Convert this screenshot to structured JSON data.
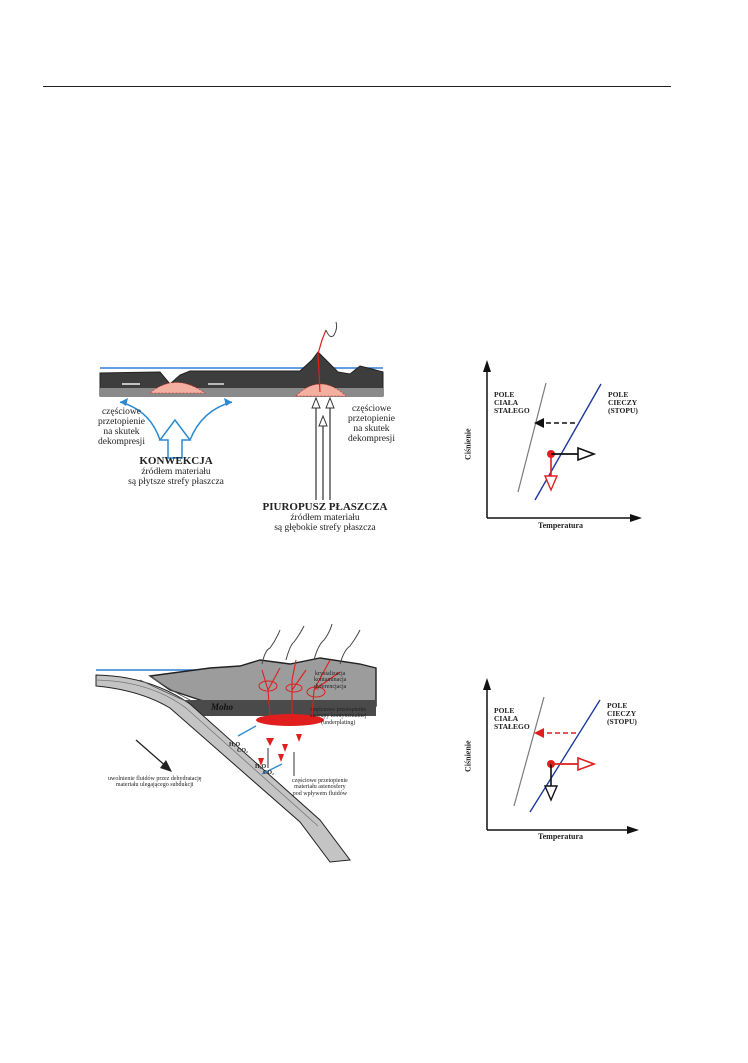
{
  "colors": {
    "water": "#2f7fd6",
    "crust_dark": "#333333",
    "crust_gray": "#8a8a8a",
    "mantle_gray": "#9c9c9c",
    "slab_gray": "#c4c4c4",
    "melt_red": "#e01e1e",
    "arrow_blue": "#2a8ad0",
    "solid_line": "#7a7a7a",
    "liquid_line": "#1f3a9e"
  },
  "top_diagram": {
    "left_melt": [
      "częściowe",
      "przetopienie",
      "na skutek",
      "dekompresji"
    ],
    "right_melt": [
      "częściowe",
      "przetopienie",
      "na skutek",
      "dekompresji"
    ],
    "convection_title": "KONWEKCJA",
    "convection_sub": [
      "źródłem materiału",
      "są płytsze strefy płaszcza"
    ],
    "plume_title": "PIUROPUSZ PŁASZCZA",
    "plume_sub": [
      "źródłem materiału",
      "są głębokie strefy płaszcza"
    ]
  },
  "bottom_diagram": {
    "moho": "Moho",
    "crystallization": [
      "krystalizacja",
      "kontaminacja",
      "dyferencjacja"
    ],
    "underplating": [
      "częściowe przetopienie",
      "skorupy kontynentalnej",
      "(underplating)"
    ],
    "fluids_release": [
      "uwolnienie fluidów przez dehydratację",
      "materiału ulegającego subdukcji"
    ],
    "mantle_melt": [
      "częściowe przetopienie",
      "materiału astenosfery",
      "pod wpływem fluidów"
    ],
    "h2o": "H₂O",
    "co2": "CO₂"
  },
  "pt_charts": [
    {
      "solid_field": [
        "POLE",
        "CIAŁA",
        "STAŁEGO"
      ],
      "liquid_field": [
        "POLE",
        "CIECZY",
        "(STOPU)"
      ],
      "y_axis": "Ciśnienie",
      "x_axis": "Temperatura"
    },
    {
      "solid_field": [
        "POLE",
        "CIAŁA",
        "STAŁEGO"
      ],
      "liquid_field": [
        "POLE",
        "CIECZY",
        "(STOPU)"
      ],
      "y_axis": "Ciśnienie",
      "x_axis": "Temperatura"
    }
  ]
}
